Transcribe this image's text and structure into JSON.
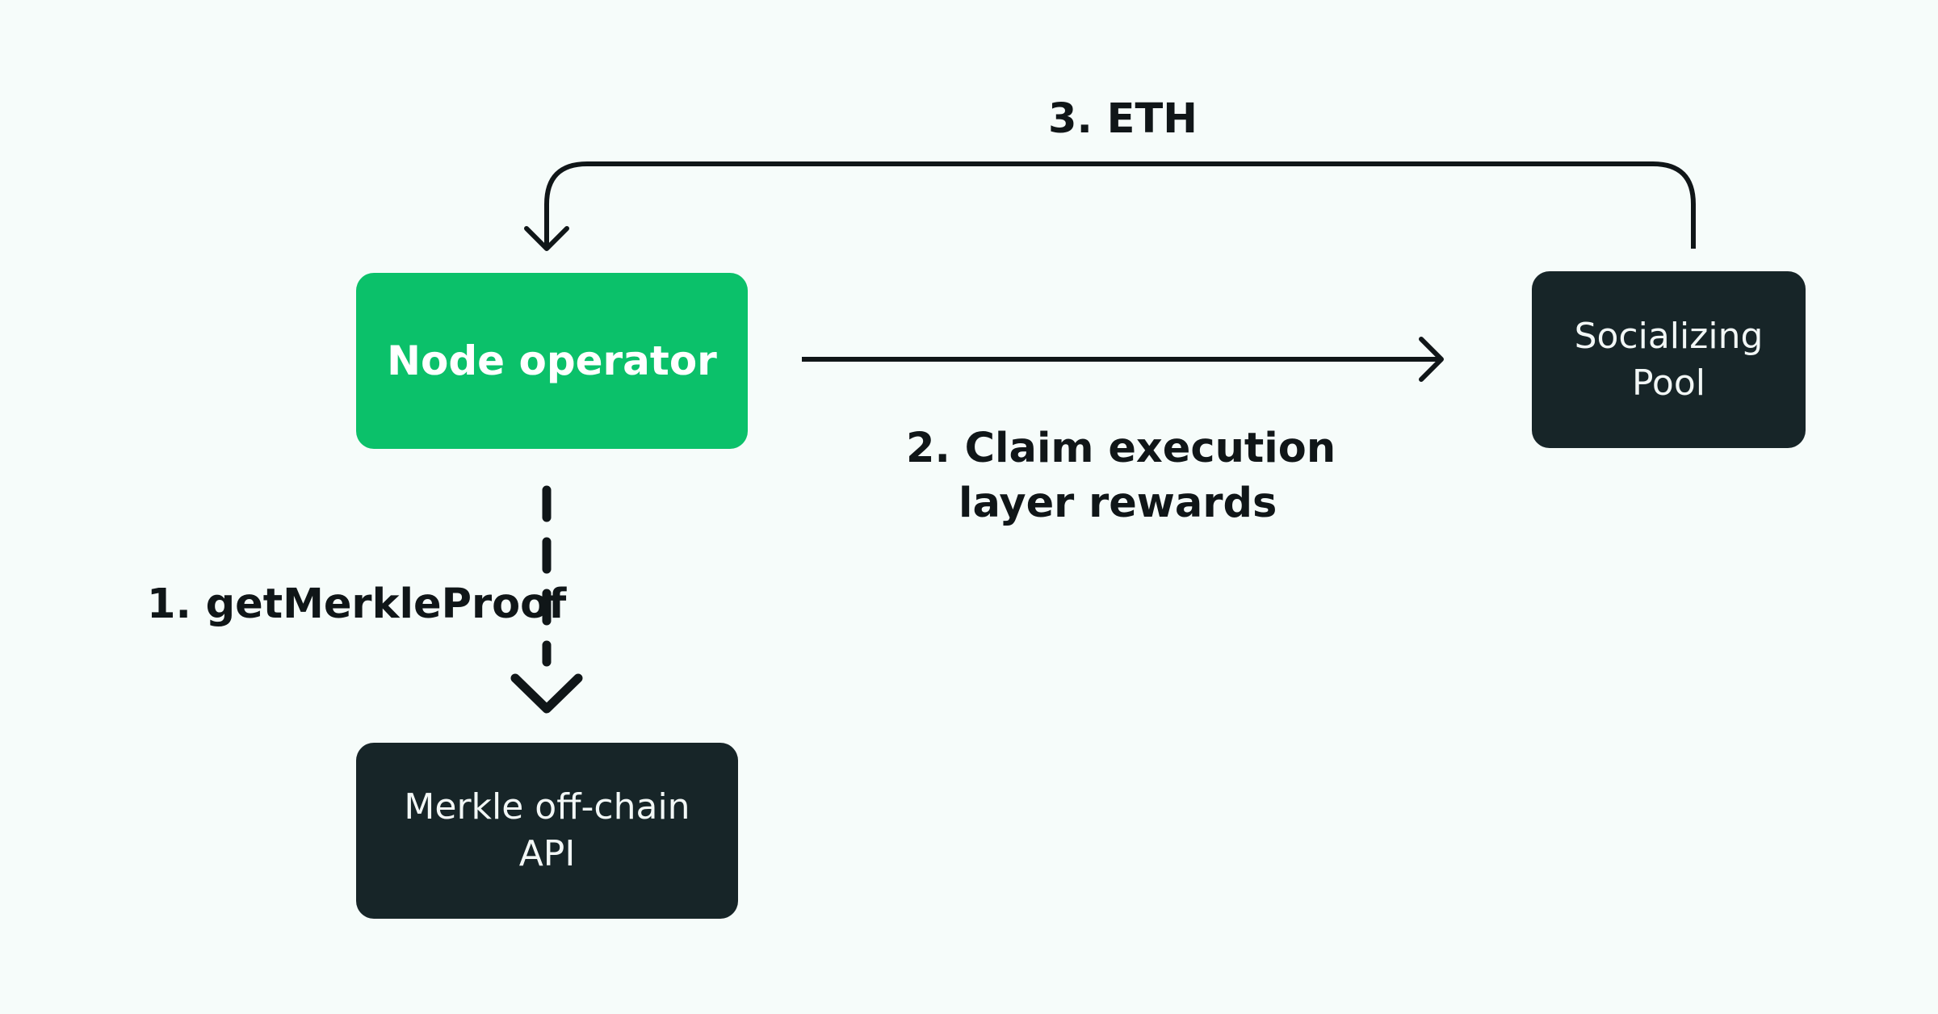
{
  "nodes": {
    "node_operator": "Node operator",
    "socializing_pool": [
      "Socializing",
      "Pool"
    ],
    "merkle_api": [
      "Merkle off-chain",
      "API"
    ]
  },
  "steps": {
    "step1": "1. getMerkleProof",
    "step2": [
      "2. Claim execution",
      "layer rewards"
    ],
    "step3": "3. ETH"
  },
  "colors": {
    "background": "#f6fcfa",
    "node_operator": "#0bc16a",
    "dark_node": "#172528",
    "arrow": "#101618"
  }
}
